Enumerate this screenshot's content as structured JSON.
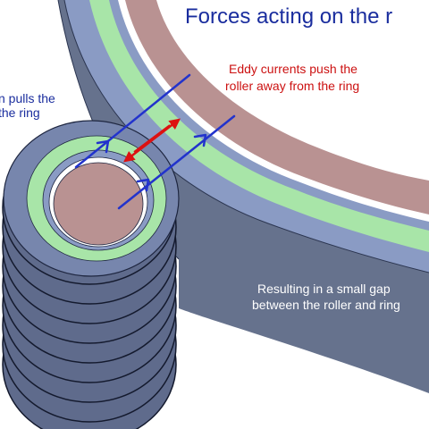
{
  "title": "Forces acting on the r",
  "labels": {
    "left_line1": "n pulls the",
    "left_line2": "the ring",
    "eddy_line1": "Eddy currents push the",
    "eddy_line2": "roller away from the ring",
    "gap_line1": "Resulting in a small gap",
    "gap_line2": "between the roller and ring"
  },
  "colors": {
    "ring_side": "#66728d",
    "ring_outer_band": "#8a9bc4",
    "ring_green": "#a8e5a8",
    "ring_core": "#b99292",
    "roller_band": "#7786ad",
    "roller_green": "#a8e5a8",
    "roller_core": "#b99292",
    "title_text": "#1a2d9e",
    "magnetic_arrows": "#2233cc",
    "eddy_arrows": "#dd1111",
    "eddy_text": "#cc1111",
    "gap_text": "#ffffff"
  }
}
